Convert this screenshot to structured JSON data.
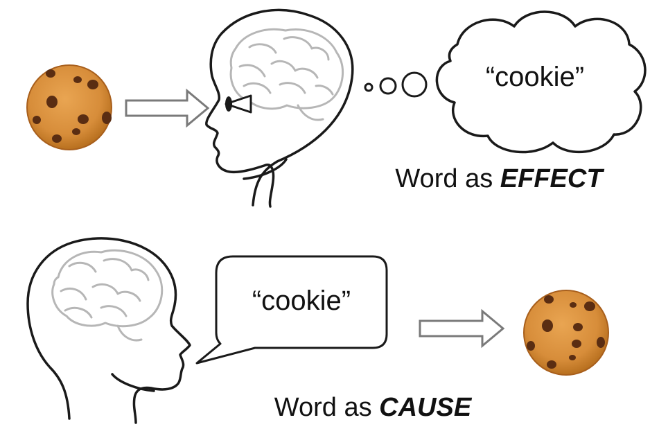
{
  "effect_scene": {
    "thought_text": "“cookie”",
    "caption_prefix": "Word as ",
    "caption_emphasis": "EFFECT"
  },
  "cause_scene": {
    "speech_text": "“cookie”",
    "caption_prefix": "Word as ",
    "caption_emphasis": "CAUSE"
  },
  "colors": {
    "cookie_dough": "#d78d3a",
    "cookie_edge": "#a85f1c",
    "chocolate_chip": "#5a2d12",
    "outline": "#1a1a1a",
    "brain_lines": "#b6b6b6",
    "arrow_stroke": "#7a7a7a"
  }
}
